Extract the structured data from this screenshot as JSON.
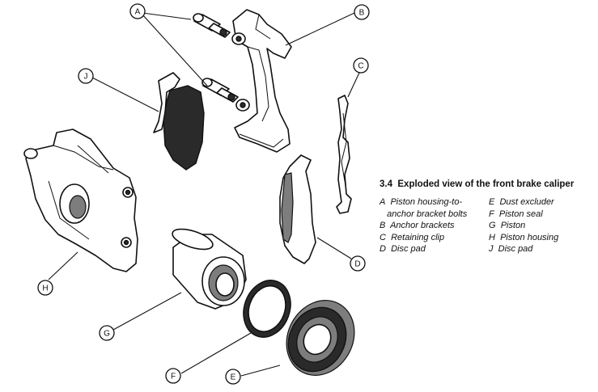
{
  "figure": {
    "number": "3.4",
    "title": "Exploded view of the front brake caliper"
  },
  "legend": {
    "left": [
      {
        "key": "A",
        "label": "Piston housing-to-"
      },
      {
        "key": "",
        "label": "anchor bracket bolts"
      },
      {
        "key": "B",
        "label": "Anchor brackets"
      },
      {
        "key": "C",
        "label": "Retaining clip"
      },
      {
        "key": "D",
        "label": "Disc pad"
      }
    ],
    "right": [
      {
        "key": "E",
        "label": "Dust excluder"
      },
      {
        "key": "F",
        "label": "Piston seal"
      },
      {
        "key": "G",
        "label": "Piston"
      },
      {
        "key": "H",
        "label": "Piston housing"
      },
      {
        "key": "J",
        "label": "Disc pad"
      }
    ]
  },
  "callouts": {
    "a": "A",
    "b": "B",
    "c": "C",
    "d": "D",
    "e": "E",
    "f": "F",
    "g": "G",
    "h": "H",
    "j": "J"
  }
}
